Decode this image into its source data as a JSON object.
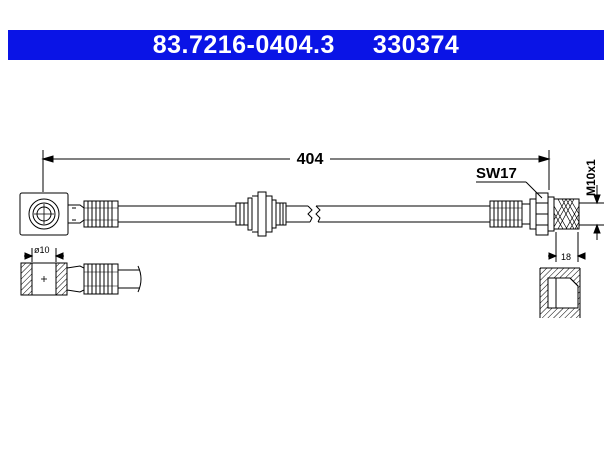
{
  "header": {
    "part_number": "83.7216-0404.3",
    "ref_number": "330374",
    "background_color": "#0a14e6",
    "text_color": "#ffffff"
  },
  "drawing": {
    "length_label": "404",
    "wrench_label": "SW17",
    "thread_label": "M10x1",
    "bore_label": "ø10",
    "depth_label": "18"
  }
}
